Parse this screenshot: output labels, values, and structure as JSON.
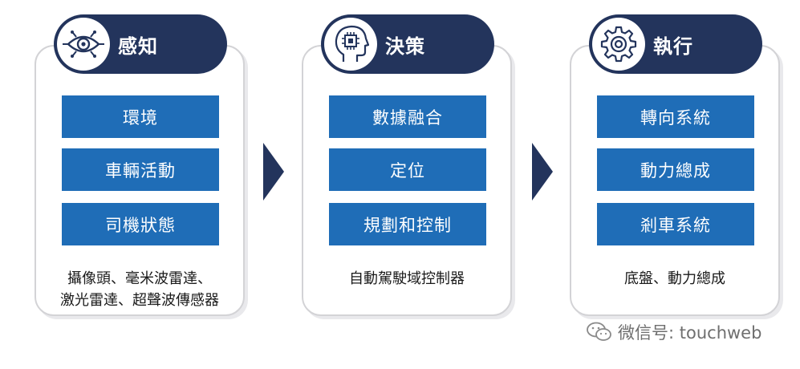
{
  "stages": [
    {
      "title": "感知",
      "icon": "eye-circuit-icon",
      "items": [
        "環境",
        "車輛活動",
        "司機狀態"
      ],
      "caption_lines": [
        "攝像頭、毫米波雷達、",
        "激光雷達、超聲波傳感器"
      ]
    },
    {
      "title": "決策",
      "icon": "head-chip-icon",
      "items": [
        "數據融合",
        "定位",
        "規劃和控制"
      ],
      "caption_lines": [
        "自動駕駛域控制器"
      ]
    },
    {
      "title": "執行",
      "icon": "gear-icon",
      "items": [
        "轉向系統",
        "動力總成",
        "剎車系統"
      ],
      "caption_lines": [
        "底盤、動力總成"
      ]
    }
  ],
  "watermark": "微信号: touchweb",
  "colors": {
    "header": "#23345c",
    "item": "#1f6db7",
    "card_border": "#d3d3d6"
  }
}
